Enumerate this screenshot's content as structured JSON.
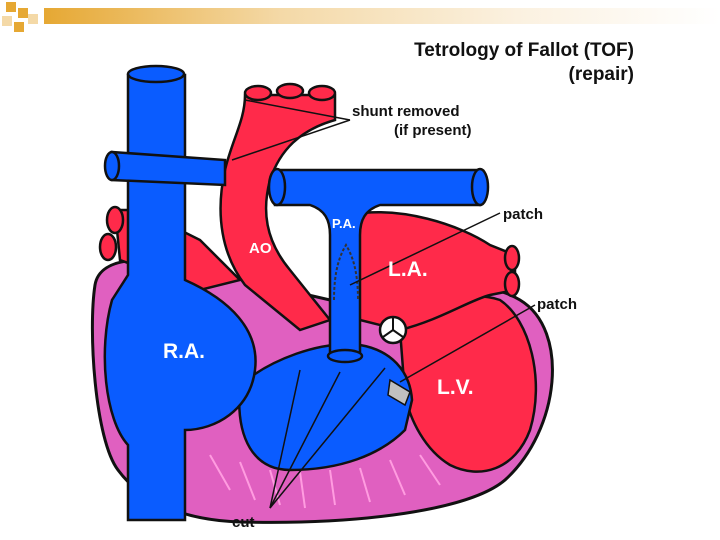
{
  "title": {
    "line1": "Tetrology of Fallot (TOF)",
    "line2": "(repair)"
  },
  "callouts": {
    "shunt_line1": "shunt removed",
    "shunt_line2": "(if present)",
    "patch_upper": "patch",
    "patch_lower": "patch",
    "cut": "cut"
  },
  "anatomy": {
    "pa": "P.A.",
    "ao": "AO",
    "la": "L.A.",
    "lv": "L.V.",
    "ra": "R.A."
  },
  "colors": {
    "venous_blue": "#0a5cff",
    "arterial_red": "#ff2a4a",
    "myocardium_pink": "#e060c0",
    "dark_red": "#c0102a",
    "accent_orange": "#e6a833"
  }
}
